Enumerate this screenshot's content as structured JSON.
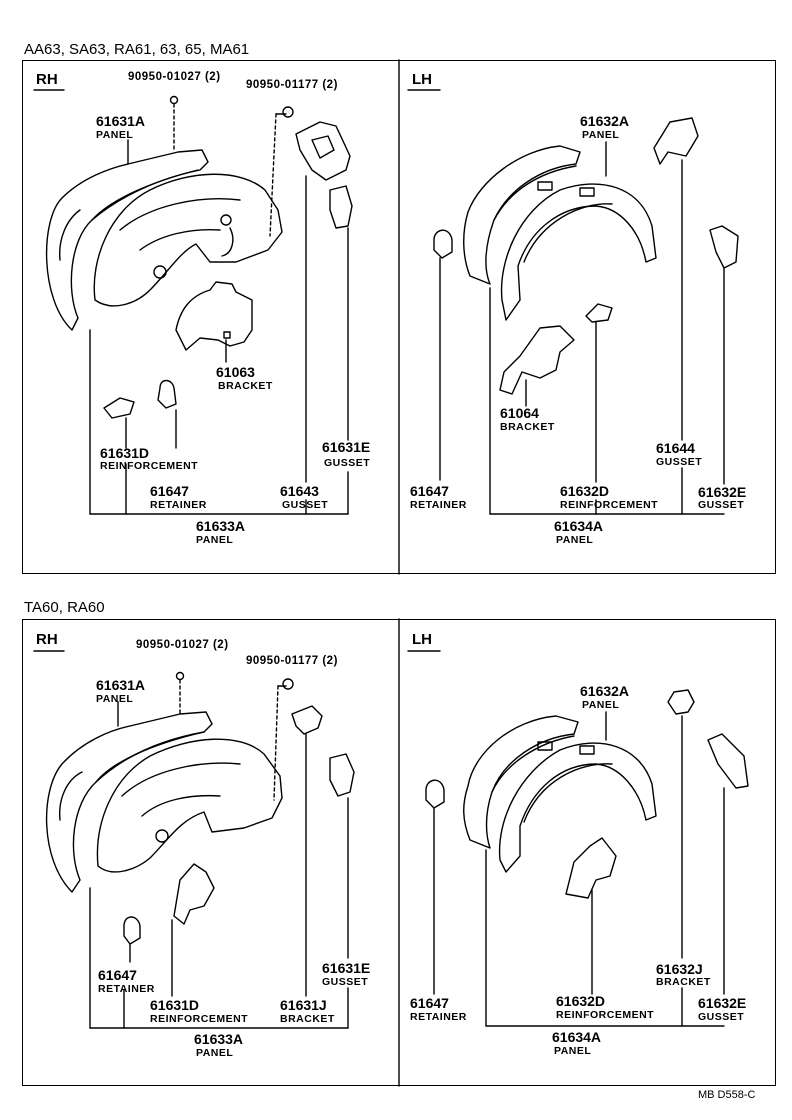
{
  "sections": [
    {
      "title": "AA63, SA63, RA61, 63, 65, MA61",
      "rh": {
        "side": "RH",
        "fasteners": [
          "90950-01027 (2)",
          "90950-01177 (2)"
        ],
        "parts": [
          {
            "num": "61631A",
            "name": "PANEL"
          },
          {
            "num": "61063",
            "name": "BRACKET"
          },
          {
            "num": "61631D",
            "name": "REINFORCEMENT"
          },
          {
            "num": "61631E",
            "name": "GUSSET"
          },
          {
            "num": "61647",
            "name": "RETAINER"
          },
          {
            "num": "61643",
            "name": "GUSSET"
          },
          {
            "num": "61633A",
            "name": "PANEL"
          }
        ]
      },
      "lh": {
        "side": "LH",
        "parts": [
          {
            "num": "61632A",
            "name": "PANEL"
          },
          {
            "num": "61064",
            "name": "BRACKET"
          },
          {
            "num": "61644",
            "name": "GUSSET"
          },
          {
            "num": "61647",
            "name": "RETAINER"
          },
          {
            "num": "61632D",
            "name": "REINFORCEMENT"
          },
          {
            "num": "61632E",
            "name": "GUSSET"
          },
          {
            "num": "61634A",
            "name": "PANEL"
          }
        ]
      }
    },
    {
      "title": "TA60, RA60",
      "rh": {
        "side": "RH",
        "fasteners": [
          "90950-01027 (2)",
          "90950-01177 (2)"
        ],
        "parts": [
          {
            "num": "61631A",
            "name": "PANEL"
          },
          {
            "num": "61647",
            "name": "RETAINER"
          },
          {
            "num": "61631E",
            "name": "GUSSET"
          },
          {
            "num": "61631D",
            "name": "REINFORCEMENT"
          },
          {
            "num": "61631J",
            "name": "BRACKET"
          },
          {
            "num": "61633A",
            "name": "PANEL"
          }
        ]
      },
      "lh": {
        "side": "LH",
        "parts": [
          {
            "num": "61632A",
            "name": "PANEL"
          },
          {
            "num": "61632J",
            "name": "BRACKET"
          },
          {
            "num": "61647",
            "name": "RETAINER"
          },
          {
            "num": "61632D",
            "name": "REINFORCEMENT"
          },
          {
            "num": "61632E",
            "name": "GUSSET"
          },
          {
            "num": "61634A",
            "name": "PANEL"
          }
        ]
      }
    }
  ],
  "footer": "MB  D558-C"
}
